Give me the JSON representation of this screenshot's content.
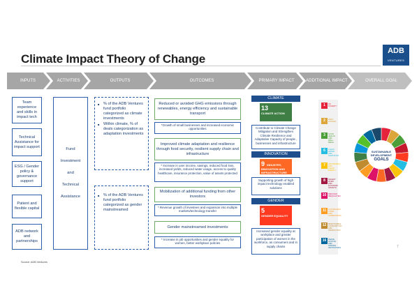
{
  "title": "Climate Impact Theory of Change",
  "logo": {
    "name": "ADB",
    "sub": "VENTURES"
  },
  "headers": [
    "INPUTS",
    "ACTIVITIES",
    "OUTPUTS",
    "OUTCOMES",
    "PRIMARY IMPACT",
    "ADDITIONAL IMPACT",
    "OVERALL GOAL"
  ],
  "inputs": [
    "Team experience and skills in impact tech",
    "Technical Assistance for impact support",
    "ESG / Gender policy & governance support",
    "Patient and flexible capital",
    "ADB network and partnerships"
  ],
  "activities": [
    "Fund",
    "Investment",
    "and",
    "Technical",
    "Assistance"
  ],
  "outputs": {
    "box1": [
      "% of the ADB Ventures fund portfolio categorized as climate investments",
      "Within climate, % of deals categorization as adaptation investments"
    ],
    "box2": [
      "% of the ADB Ventures fund portfolio categorized as gender mainstreamed"
    ]
  },
  "outcomes": {
    "o1": "Reduced or avoided GHG emissions through renewables, energy efficiency and sustainable transport",
    "o1_note": "*Growth of small businesses and increased economic opportunities",
    "o2": "Improved climate adaptation and resilience through food security, resilient supply chain and infrastructure",
    "o2_note": "* Increase in user income, savings, reduced food loss, increased yields, reduced water usage, access to quality healthcare, insurance protection, value of assets protected",
    "o3": "Mobilization of additional funding from other investors",
    "o3_note": "* Revenue growth of investees and expansion into multiple markets/technology transfer",
    "o4": "Gender mainstreamed investments",
    "o4_note": "* Increase in job opportunities and gender equality for women, better workplace policies"
  },
  "primary": {
    "climate": {
      "label": "CLIMATE",
      "sdg_num": "13",
      "sdg_text": "CLIMATE ACTION",
      "desc": "Contribute to Climate Change Mitigation and Strengthen Climate Resilience and Adaptative Capacity of people , businesses and infrastructure"
    },
    "innovation": {
      "label": "INNOVATION",
      "sdg_num": "9",
      "sdg_text": "INDUSTRY, INNOVATION AND INFRASTRUCTURE",
      "desc": "Supporting growth of high impact technology enabled solutions"
    },
    "gender": {
      "label": "GENDER",
      "sdg_num": "5",
      "sdg_text": "GENDER EQUALITY",
      "desc": "Increased gender equality at workplace and greater participation of women in the workforce, as consumers and in supply chains"
    }
  },
  "additional_sdgs": [
    {
      "num": "1",
      "text": "NO POVERTY"
    },
    {
      "num": "2",
      "text": "ZERO HUNGER"
    },
    {
      "num": "3",
      "text": "GOOD HEALTH AND WELL-BEING"
    },
    {
      "num": "6",
      "text": "CLEAN WATER AND SANITATION"
    },
    {
      "num": "7",
      "text": "AFFORDABLE AND CLEAN ENERGY"
    },
    {
      "num": "8",
      "text": "DECENT WORK AND ECONOMIC GROWTH"
    },
    {
      "num": "10",
      "text": "REDUCED INEQUALITIES"
    },
    {
      "num": "11",
      "text": "SUSTAINABLE CITIES AND COMMUNITIES"
    },
    {
      "num": "12",
      "text": "RESPONSIBLE CONSUMPTION AND PRODUCTION"
    },
    {
      "num": "16",
      "text": "PEACE, JUSTICE AND STRONG INSTITUTIONS"
    }
  ],
  "goal": {
    "line1": "SUSTAINABLE",
    "line2": "DEVELOPMENT",
    "line3": "GOALS"
  },
  "colors": {
    "chevron": "#a6a6a6",
    "chevron_light": "#bfbfbf",
    "outline": "#2a5ea8",
    "navy": "#1a3e75",
    "climate": "#3f7e44",
    "innovation": "#fd6925",
    "gender": "#ff3a21",
    "logo": "#1a4f8b"
  },
  "source": "Source: ADB Ventures",
  "page_number": "7"
}
